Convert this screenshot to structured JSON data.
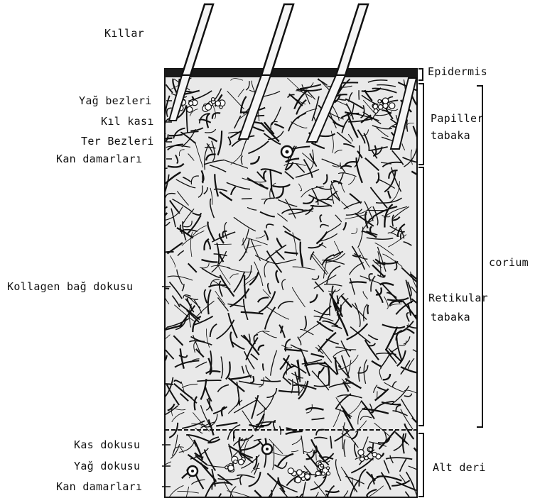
{
  "labels": {
    "left": {
      "hairs": "Kıllar",
      "sebaceous_glands": "Yağ bezleri",
      "hair_muscle": "Kıl kası",
      "sweat_glands": "Ter Bezleri",
      "blood_vessels_upper": "Kan damarları",
      "collagen_tissue": "Kollagen bağ dokusu",
      "muscle_tissue": "Kas dokusu",
      "fat_tissue": "Yağ dokusu",
      "blood_vessels_lower": "Kan damarları"
    },
    "right": {
      "epidermis": "Epidermis",
      "papillary_line1": "Papiller",
      "papillary_line2": "tabaka",
      "corium": "corium",
      "reticular_line1": "Retikular",
      "reticular_line2": "tabaka",
      "subcutis": "Alt deri"
    }
  },
  "colors": {
    "ink": "#111111",
    "paper": "#ffffff"
  }
}
